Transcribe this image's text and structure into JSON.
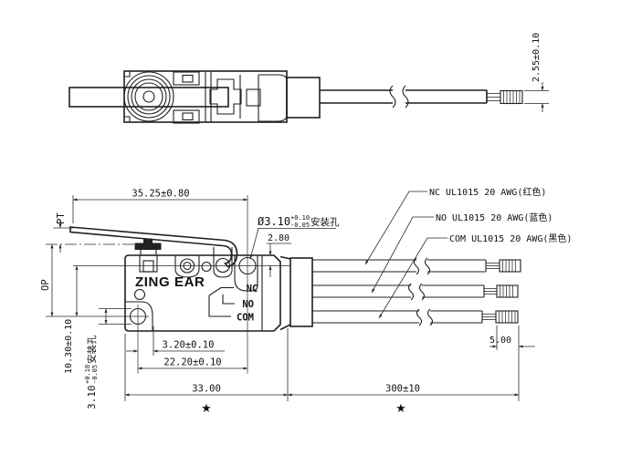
{
  "drawing": {
    "brand": "ZING EAR",
    "terminals": {
      "nc": "NC",
      "no": "NO",
      "com": "COM"
    },
    "labels": {
      "pt": "PT",
      "op": "OP"
    },
    "star": "★",
    "wire_labels": {
      "nc": "NC UL1015 20 AWG(红色)",
      "no": "NO UL1015 20 AWG(蓝色)",
      "com": "COM UL1015 20 AWG(黑色)"
    },
    "dims": {
      "wire_od": "2.55±0.10",
      "lever_length": "35.25±0.80",
      "top_hole": {
        "dia": "Ø3.10",
        "tol_plus": "+0.10",
        "tol_minus": "-0.05",
        "suffix": "安装孔"
      },
      "hole_offset_top": "2.80",
      "hole_edge": "3.20±0.10",
      "hole_pitch": "22.20±0.10",
      "hole_vertical": "10.30±0.10",
      "left_hole": {
        "dia": "3.10",
        "tol_plus": "+0.10",
        "tol_minus": "-0.05",
        "suffix": "安装孔"
      },
      "body_length": "33.00",
      "wire_length": "300±10",
      "tip_length": "5.00"
    }
  }
}
